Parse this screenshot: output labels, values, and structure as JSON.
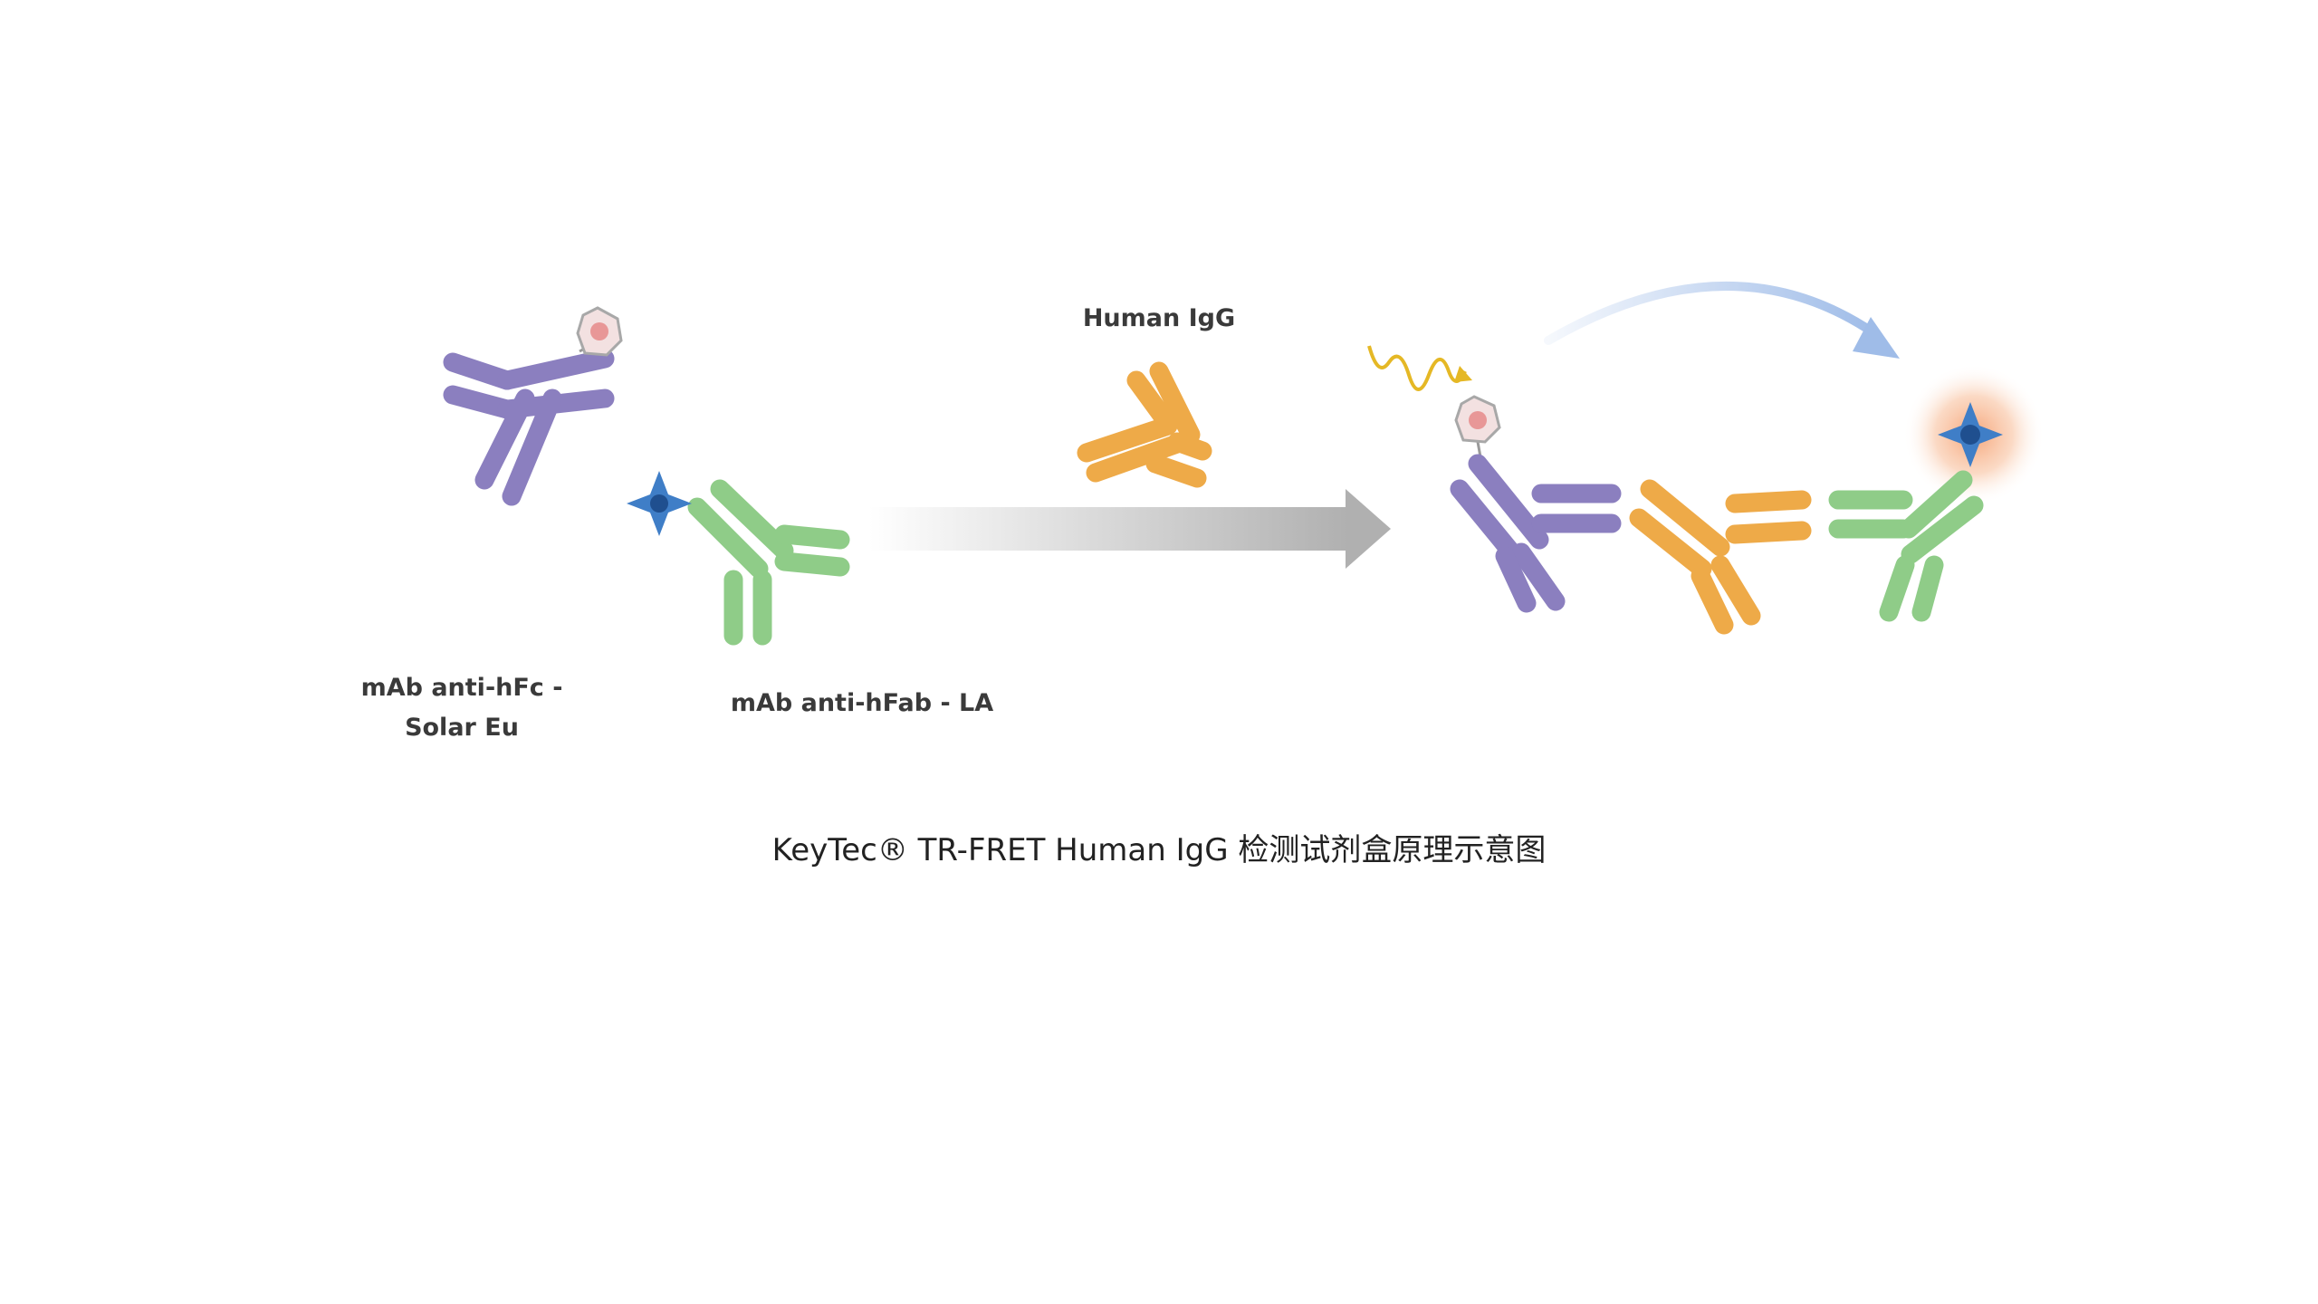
{
  "labels": {
    "reagent1_line1": "mAb anti-hFc -",
    "reagent1_line2": "Solar Eu",
    "reagent2": "mAb anti-hFab - LA",
    "analyte": "Human IgG"
  },
  "caption": "KeyTec® TR-FRET Human IgG 检测试剂盒原理示意图",
  "colors": {
    "anti_hFc": "#8b7fbf",
    "anti_hFab": "#8fcc88",
    "human_igg": "#eeaa48",
    "acceptor_star": "#3f7ec7",
    "donor_chelate": "#e58a8a",
    "excitation_wave": "#e5b825",
    "transfer_arrow": "#9fbce8",
    "process_arrow": "#b0b0b0",
    "emission_glow": "#f59b6a"
  },
  "icons": [
    "donor-chelate-icon",
    "acceptor-star-icon",
    "excitation-wave-icon",
    "energy-transfer-arrow-icon",
    "process-arrow-icon"
  ]
}
